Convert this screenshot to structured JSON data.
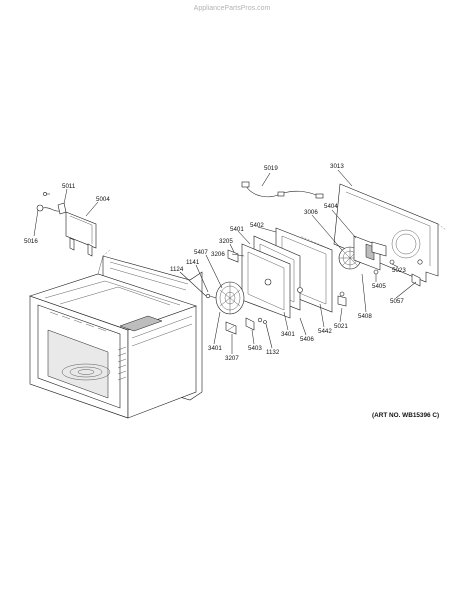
{
  "watermark": "AppliancePartsPros.com",
  "art_number": "(ART NO. WB15396 C)",
  "callouts": {
    "c5011": "5011",
    "c5004": "5004",
    "c5016": "5016",
    "c5019": "5019",
    "c3013": "3013",
    "c3006": "3006",
    "c5404": "5404",
    "c5402": "5402",
    "c5401": "5401",
    "c3205": "3205",
    "c3206": "3206",
    "c5407": "5407",
    "c1141": "1141",
    "c1124": "1124",
    "c5023": "5023",
    "c5405": "5405",
    "c5057": "5057",
    "c5408": "5408",
    "c5021": "5021",
    "c5442": "5442",
    "c3401a": "3401",
    "c5406": "5406",
    "c3401b": "3401",
    "c5403": "5403",
    "c1132": "1132",
    "c3207": "3207"
  }
}
